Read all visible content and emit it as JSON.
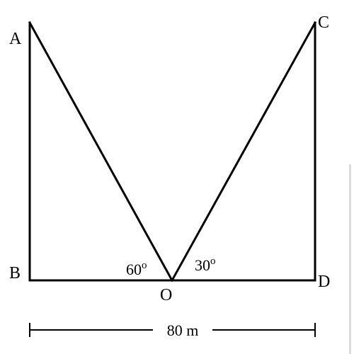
{
  "points": {
    "A": "A",
    "B": "B",
    "C": "C",
    "D": "D",
    "O": "O"
  },
  "angles": {
    "left": {
      "value": "60",
      "unit": "o"
    },
    "right": {
      "value": "30",
      "unit": "o"
    }
  },
  "measurement": {
    "label": "80 m"
  }
}
